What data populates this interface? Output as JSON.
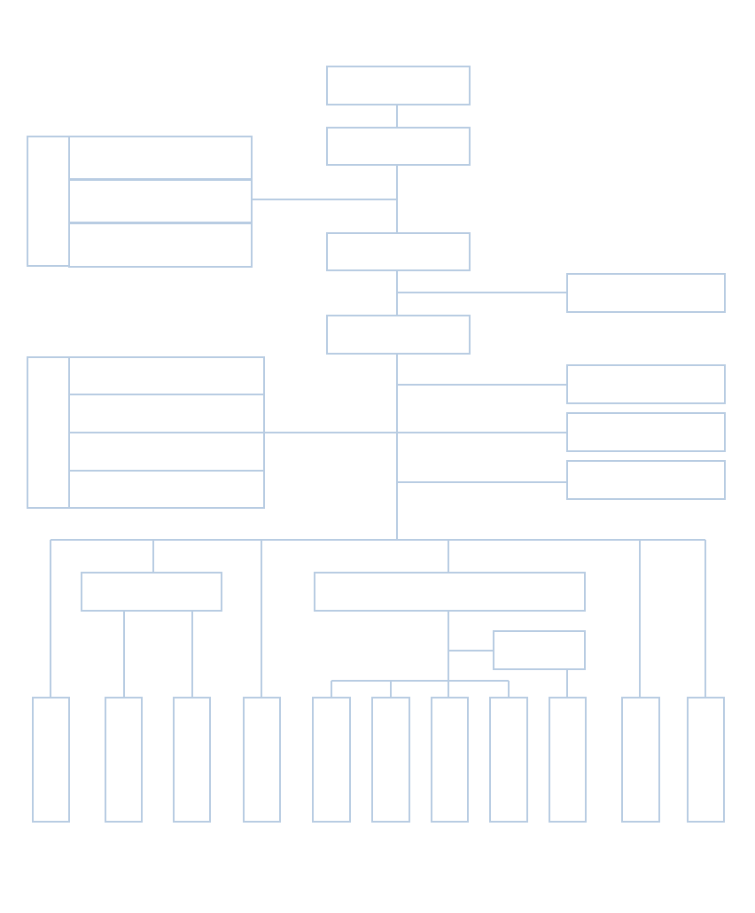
{
  "diagram": {
    "type": "organization-chart",
    "title": "",
    "stroke_color": "#b8cce2",
    "background_color": "#ffffff",
    "nodes_have_text": false,
    "top_chain_count": 4,
    "left_side_groups": [
      {
        "rows": 3
      },
      {
        "rows": 4
      }
    ],
    "right_side_boxes": 4,
    "middle_level_boxes": 3,
    "bottom_level_boxes": 11
  }
}
